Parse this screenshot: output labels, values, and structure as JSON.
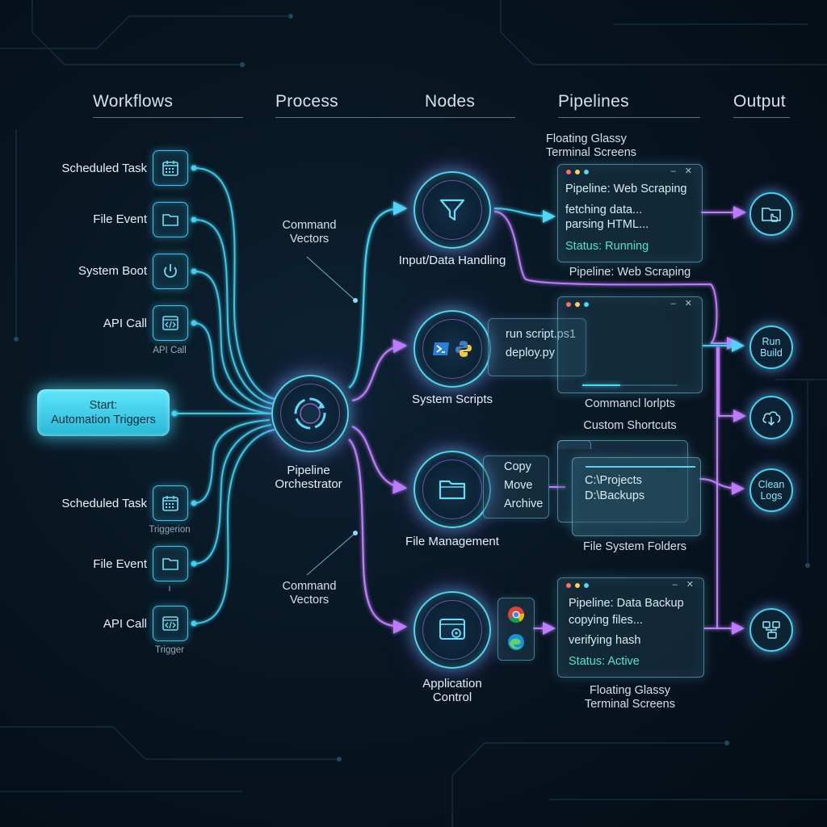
{
  "headers": {
    "workflows": "Workflows",
    "process": "Process",
    "nodes": "Nodes",
    "pipelines": "Pipelines",
    "output": "Output"
  },
  "triggers_top": [
    {
      "label": "Scheduled Task",
      "icon": "calendar-icon"
    },
    {
      "label": "File Event",
      "icon": "folder-icon"
    },
    {
      "label": "System Boot",
      "icon": "power-icon"
    },
    {
      "label": "API Call",
      "icon": "code-icon",
      "sub": "API Call"
    }
  ],
  "triggers_bottom": [
    {
      "label": "Scheduled Task",
      "icon": "calendar-icon",
      "sub": "Triggerion"
    },
    {
      "label": "File Event",
      "icon": "folder-icon",
      "sub": "ı"
    },
    {
      "label": "API Call",
      "icon": "code-icon",
      "sub": "Trigger"
    }
  ],
  "start": {
    "line1": "Start:",
    "line2": "Automation Triggers"
  },
  "orchestrator": {
    "line1": "Pipeline",
    "line2": "Orchestrator"
  },
  "command_vectors_top": {
    "line1": "Command",
    "line2": "Vectors"
  },
  "command_vectors_bottom": {
    "line1": "Command",
    "line2": "Vectors"
  },
  "nodes": {
    "input": "Input/Data Handling",
    "scripts": "System Scripts",
    "files": "File Management",
    "apps_line1": "Application",
    "apps_line2": "Control"
  },
  "script_panel": {
    "line1": "run script.ps1",
    "line2": "deploy.py"
  },
  "file_ops": {
    "copy": "Copy",
    "move": "Move",
    "archive": "Archive"
  },
  "pipelines": {
    "top_caption_1": "Floating Glassy",
    "top_caption_2": "Terminal Screens",
    "web": {
      "title": "Pipeline: Web Scraping",
      "line1": "fetching data...",
      "line2": "parsing HTML...",
      "status": "Status: Running",
      "caption": "Pipeline: Web Scraping"
    },
    "command_caption": "Commancl lorlpts",
    "shortcuts_caption": "Custom Shortcuts",
    "folders": {
      "path1": "C:\\Projects",
      "path2": "D:\\Backups",
      "caption": "File System Folders"
    },
    "backup": {
      "title": "Pipeline: Data Backup",
      "line1": "copying files...",
      "line2": "verifying hash",
      "status": "Status: Active"
    },
    "bottom_caption_1": "Floating Glassy",
    "bottom_caption_2": "Terminal Screens"
  },
  "outputs": {
    "run_build_1": "Run",
    "run_build_2": "Build",
    "clean_logs_1": "Clean",
    "clean_logs_2": "Logs"
  },
  "colors": {
    "cyan": "#3fd0f0",
    "violet": "#b06bff",
    "status_green": "#4fe6c2"
  }
}
